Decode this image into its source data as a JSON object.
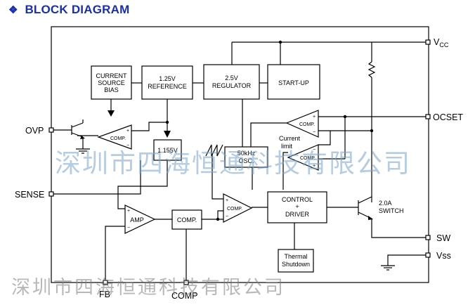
{
  "header": {
    "title": "BLOCK DIAGRAM",
    "bullet_icon": "diamond-cluster-icon"
  },
  "blocks": {
    "current_source_bias": [
      "CURRENT",
      "SOURCE",
      "BIAS"
    ],
    "reference": [
      "1.25V",
      "REFERENCE"
    ],
    "regulator": [
      "2.5V",
      "REGULATOR"
    ],
    "startup": "START-UP",
    "v1155": "1.155V",
    "osc": [
      "50kHz",
      "OSC."
    ],
    "comp_block": "COMP.",
    "control": [
      "CONTROL",
      "+",
      "DRIVER"
    ],
    "thermal": [
      "Thermal",
      "Shutdown"
    ]
  },
  "amplifiers": {
    "comp_ovp": "COMP.",
    "amp": "AMP",
    "comp_pwm": "COMP.",
    "comp_ocset": "COMP.",
    "comp_limit": "COMP."
  },
  "labels": {
    "current_limit": [
      "Current",
      "limit"
    ],
    "switch": [
      "2.0A",
      "SWITCH"
    ],
    "plus": "+",
    "minus": "−"
  },
  "pins": {
    "vcc": "V",
    "vcc_sub": "CC",
    "ocset": "OCSET",
    "sw": "SW",
    "vss": "Vss",
    "ovp": "OVP",
    "sense": "SENSE",
    "fb": "FB",
    "comp": "COMP"
  },
  "watermarks": {
    "main": "深圳市四海恒通科技有限公司",
    "bottom": "深圳市四海恒通科技有限公司"
  }
}
